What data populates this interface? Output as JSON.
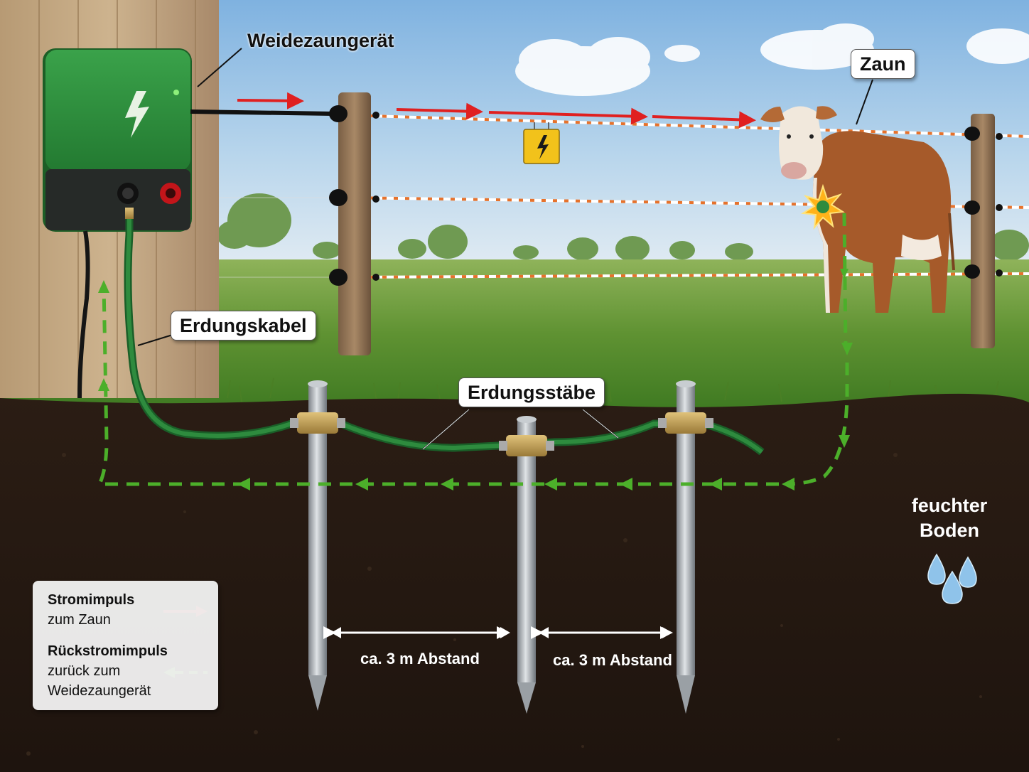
{
  "labels": {
    "energizer": "Weidezaungerät",
    "fence": "Zaun",
    "ground_cable": "Erdungskabel",
    "ground_rods": "Erdungsstäbe",
    "distance_1": "ca. 3 m Abstand",
    "distance_2": "ca. 3 m Abstand",
    "moist_soil_line1": "feuchter",
    "moist_soil_line2": "Boden"
  },
  "legend": {
    "pulse_title": "Stromimpuls",
    "pulse_sub": "zum Zaun",
    "return_title": "Rückstromimpuls",
    "return_sub1": "zurück zum",
    "return_sub2": "Weidezaungerät"
  },
  "colors": {
    "pulse_arrow": "#e02020",
    "return_arrow": "#4caf2a",
    "energizer_body": "#2f8a3a",
    "ground_cable": "#2e8b3e",
    "soil": "#2a1d15",
    "sky": "#a9cbe8",
    "grass": "#5d8f2e"
  },
  "icons": {
    "energizer_symbol": "lightning-icon",
    "warning_sign": "warning-lightning-icon",
    "shock_point": "spark-icon",
    "moisture": "water-drops-icon"
  }
}
